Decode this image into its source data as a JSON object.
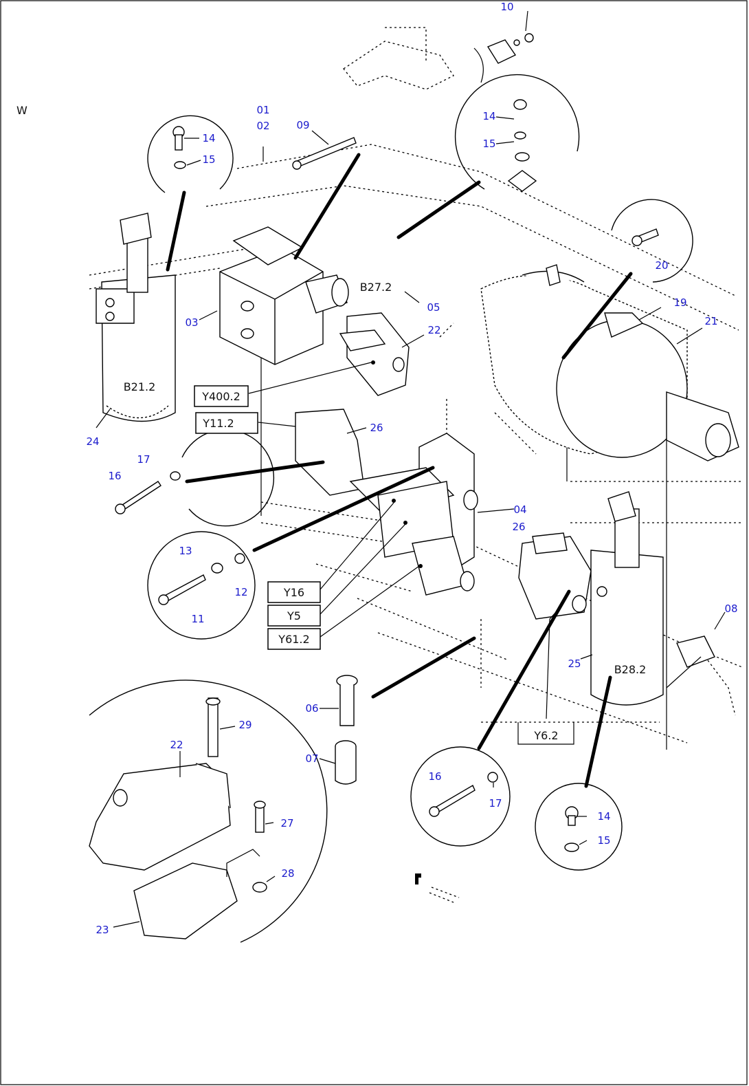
{
  "corner_mark": "W",
  "callouts": {
    "n01": "01",
    "n02": "02",
    "n03": "03",
    "n04": "04",
    "n05": "05",
    "n06": "06",
    "n07": "07",
    "n08": "08",
    "n09": "09",
    "n10": "10",
    "n11": "11",
    "n12": "12",
    "n13": "13",
    "n14a": "14",
    "n14b": "14",
    "n14c": "14",
    "n15a": "15",
    "n15b": "15",
    "n15c": "15",
    "n16a": "16",
    "n16b": "16",
    "n17a": "17",
    "n17b": "17",
    "n19": "19",
    "n20": "20",
    "n21": "21",
    "n22a": "22",
    "n22b": "22",
    "n23": "23",
    "n24": "24",
    "n25": "25",
    "n26a": "26",
    "n26b": "26",
    "n27": "27",
    "n28": "28",
    "n29": "29"
  },
  "component_labels": {
    "b212": "B21.2",
    "b272": "B27.2",
    "b282": "B28.2"
  },
  "boxed_labels": {
    "y4002": "Y400.2",
    "y112": "Y11.2",
    "y16": "Y16",
    "y5": "Y5",
    "y612": "Y61.2",
    "y62": "Y6.2"
  }
}
